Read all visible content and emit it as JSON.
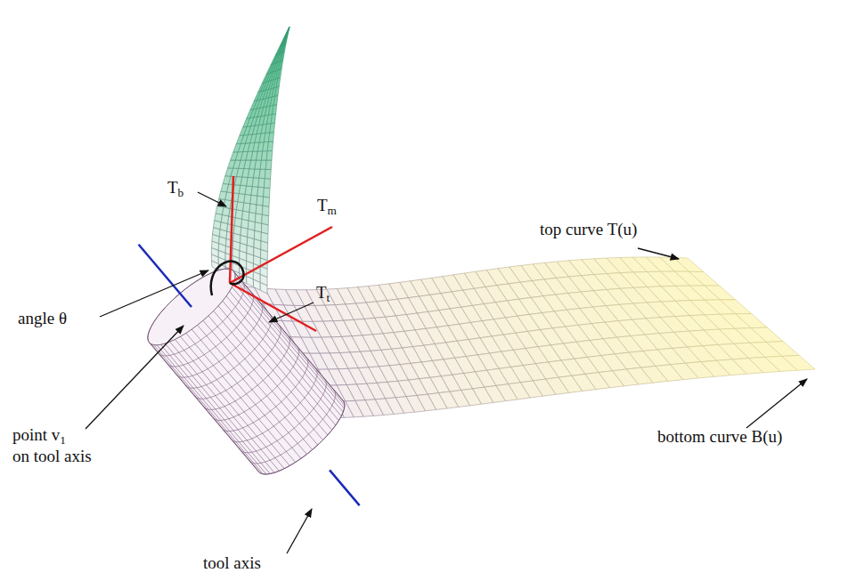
{
  "diagram": {
    "labels": [
      "Tb",
      "Tm",
      "Tt",
      "top curve T(u)",
      "angle θ",
      "point v1 on tool axis",
      "bottom curve B(u)",
      "tool axis"
    ]
  }
}
